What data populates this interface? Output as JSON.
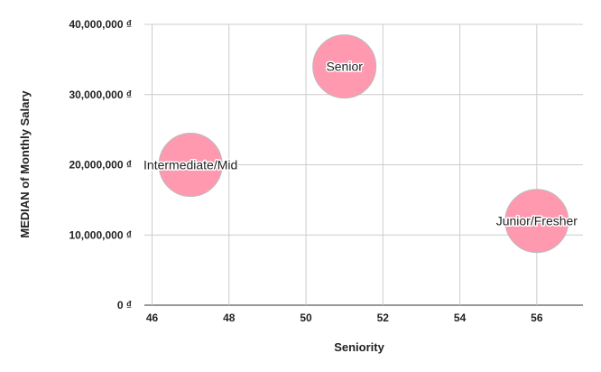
{
  "chart_data": {
    "type": "bubble",
    "title": "",
    "xlabel": "Seniority",
    "ylabel": "MEDIAN of Monthly Salary",
    "xlim": [
      45.8,
      57.2
    ],
    "ylim": [
      0,
      40000000
    ],
    "x_ticks": [
      46,
      48,
      50,
      52,
      54,
      56
    ],
    "x_tick_labels": [
      "46",
      "48",
      "50",
      "52",
      "54",
      "56"
    ],
    "y_ticks": [
      0,
      10000000,
      20000000,
      30000000,
      40000000
    ],
    "y_tick_labels": [
      "0 ₫",
      "10,000,000 ₫",
      "20,000,000 ₫",
      "30,000,000 ₫",
      "40,000,000 ₫"
    ],
    "grid": true,
    "bubble_color": "#ff99b0",
    "points": [
      {
        "label": "Intermediate/Mid",
        "x": 47,
        "y": 20000000
      },
      {
        "label": "Senior",
        "x": 51,
        "y": 34000000
      },
      {
        "label": "Junior/Fresher",
        "x": 56,
        "y": 12000000
      }
    ]
  }
}
